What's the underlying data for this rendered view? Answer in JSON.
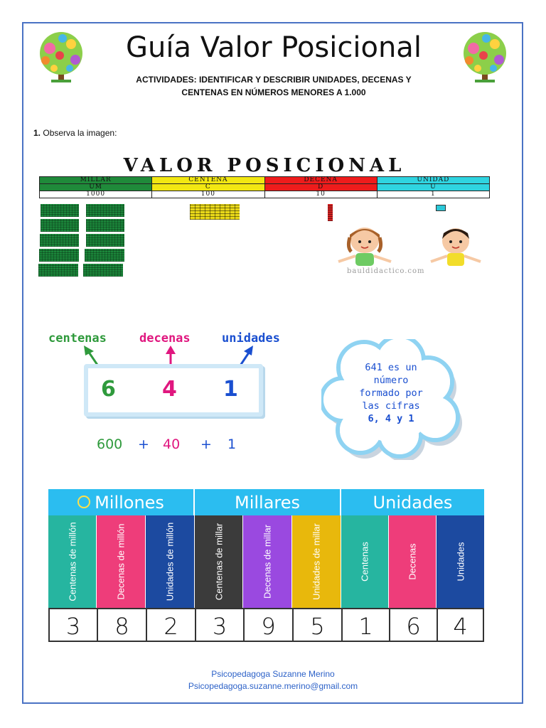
{
  "header": {
    "title": "Guía Valor Posicional",
    "subtitle_line1": "ACTIVIDADES: IDENTIFICAR Y DESCRIBIR  UNIDADES, DECENAS Y",
    "subtitle_line2": "CENTENAS EN NÚMEROS MENORES A 1.000"
  },
  "question": {
    "number": "1.",
    "text": "Observa la imagen:"
  },
  "valor_posicional": {
    "title": "VALOR POSICIONAL",
    "columns": [
      {
        "name": "MILLAR",
        "abbr": "UM",
        "value": "1000",
        "color": "#1f8a3a"
      },
      {
        "name": "CENTENA",
        "abbr": "C",
        "value": "100",
        "color": "#f2e712"
      },
      {
        "name": "DECENA",
        "abbr": "D",
        "value": "10",
        "color": "#ee1c1c"
      },
      {
        "name": "UNIDAD",
        "abbr": "U",
        "value": "1",
        "color": "#2fd4e0"
      }
    ],
    "watermark": "bauldidactico.com"
  },
  "example": {
    "labels": {
      "centenas": "centenas",
      "decenas": "decenas",
      "unidades": "unidades"
    },
    "digits": [
      "6",
      "4",
      "1"
    ],
    "expansion": {
      "a": "600",
      "op1": "+",
      "b": "40",
      "op2": "+",
      "c": "1"
    },
    "colors": {
      "centenas": "#2f9a3c",
      "decenas": "#e0177f",
      "unidades": "#1a4fd0"
    },
    "cloud": {
      "line1": "641 es un",
      "line2": "número",
      "line3": "formado por",
      "line4": "las cifras",
      "line5": "6, 4 y 1"
    }
  },
  "place_value_chart": {
    "groups": [
      {
        "label": "Millones",
        "icon": "globe-icon"
      },
      {
        "label": "Millares"
      },
      {
        "label": "Unidades"
      }
    ],
    "columns": [
      {
        "label": "Centenas de millón",
        "color": "#26b5a0",
        "digit": "3"
      },
      {
        "label": "Decenas de millón",
        "color": "#ee3d7a",
        "digit": "8"
      },
      {
        "label": "Unidades de millón",
        "color": "#1c4aa0",
        "digit": "2"
      },
      {
        "label": "Centenas de millar",
        "color": "#3b3b3b",
        "digit": "3"
      },
      {
        "label": "Decenas de millar",
        "color": "#9a49e0",
        "digit": "9"
      },
      {
        "label": "Unidades de millar",
        "color": "#e8b80c",
        "digit": "5"
      },
      {
        "label": "Centenas",
        "color": "#26b5a0",
        "digit": "1"
      },
      {
        "label": "Decenas",
        "color": "#ee3d7a",
        "digit": "6"
      },
      {
        "label": "Unidades",
        "color": "#1c4aa0",
        "digit": "4"
      }
    ]
  },
  "footer": {
    "name": "Psicopedagoga Suzanne Merino",
    "email": "Psicopedagoga.suzanne.merino@gmail.com"
  }
}
